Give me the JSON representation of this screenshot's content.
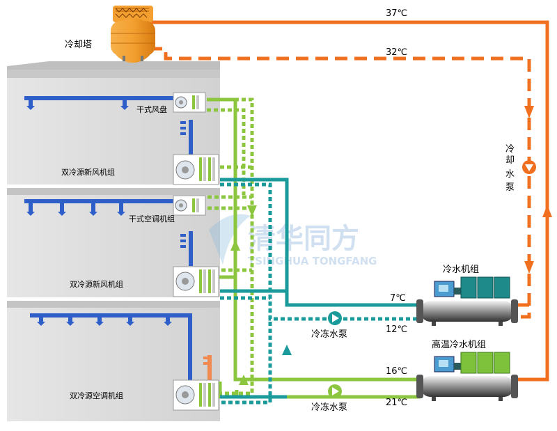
{
  "labels": {
    "cooling_tower": "冷却塔",
    "dry_fan_coil": "干式风盘",
    "dual_fresh_air_unit_1": "双冷源新风机组",
    "dry_ac_unit": "干式空调机组",
    "dual_fresh_air_unit_2": "双冷源新风机组",
    "dual_ac_unit": "双冷源空调机组",
    "chiller": "冷水机组",
    "high_temp_chiller": "高温冷水机组",
    "chilled_pump_1": "冷冻水泵",
    "chilled_pump_2": "冷冻水泵",
    "cooling_pump_chars": [
      "冷",
      "却",
      "水",
      "泵"
    ]
  },
  "temperatures": {
    "cooling_supply": "37℃",
    "cooling_return": "32℃",
    "chiller_supply": "7℃",
    "chiller_return": "12℃",
    "ht_chiller_supply": "16℃",
    "ht_chiller_return": "21℃"
  },
  "watermark": {
    "cn": "清华同方",
    "en": "TSINGHUA TONGFANG"
  },
  "colors": {
    "cooling_water": "#f07020",
    "chilled_water": "#1a9a9a",
    "ht_chilled_water": "#8cc63f",
    "air_duct": "#2e5fc9",
    "building": "#d3d3d3"
  }
}
